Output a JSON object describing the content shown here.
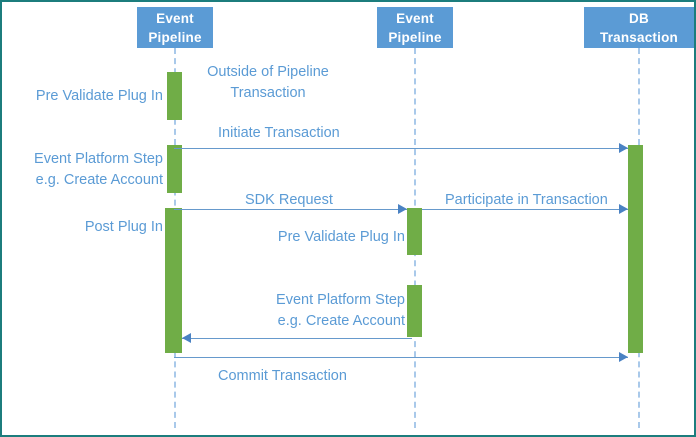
{
  "diagram": {
    "type": "sequence-diagram",
    "title": "Event Pipeline / DB Transaction sequence",
    "colors": {
      "border": "#1C7D7D",
      "participant_fill": "#5B9BD5",
      "participant_text": "#FFFFFF",
      "activation_fill": "#70AD47",
      "lifeline": "#A9C9EA",
      "message_line": "#6699CC",
      "label_text": "#5B9BD5",
      "background": "#FFFFFF"
    },
    "participants": [
      {
        "id": "p1",
        "line1": "Event",
        "line2": "Pipeline"
      },
      {
        "id": "p2",
        "line1": "Event",
        "line2": "Pipeline"
      },
      {
        "id": "p3",
        "line1": "DB",
        "line2": "Transaction"
      }
    ],
    "left_labels": [
      {
        "id": "l1",
        "line1": "Pre Validate Plug In",
        "line2": ""
      },
      {
        "id": "l2",
        "line1": "Event Platform Step",
        "line2": "e.g. Create Account"
      },
      {
        "id": "l3",
        "line1": "Post Plug In",
        "line2": ""
      }
    ],
    "notes": [
      {
        "id": "n1",
        "line1": "Outside of Pipeline",
        "line2": "Transaction"
      },
      {
        "id": "n2",
        "line1": "Pre Validate Plug In",
        "line2": ""
      },
      {
        "id": "n3",
        "line1": "Event Platform Step",
        "line2": "e.g. Create Account"
      }
    ],
    "messages": [
      {
        "id": "m1",
        "label": "Initiate Transaction",
        "from": "p1",
        "to": "p3",
        "direction": "right"
      },
      {
        "id": "m2",
        "label": "SDK Request",
        "from": "p1",
        "to": "p2",
        "direction": "right"
      },
      {
        "id": "m3",
        "label": "Participate in Transaction",
        "from": "p2",
        "to": "p3",
        "direction": "right"
      },
      {
        "id": "m4",
        "label": "",
        "from": "p2",
        "to": "p1",
        "direction": "left"
      },
      {
        "id": "m5",
        "label": "Commit Transaction",
        "from": "p1",
        "to": "p3",
        "direction": "right"
      }
    ]
  }
}
